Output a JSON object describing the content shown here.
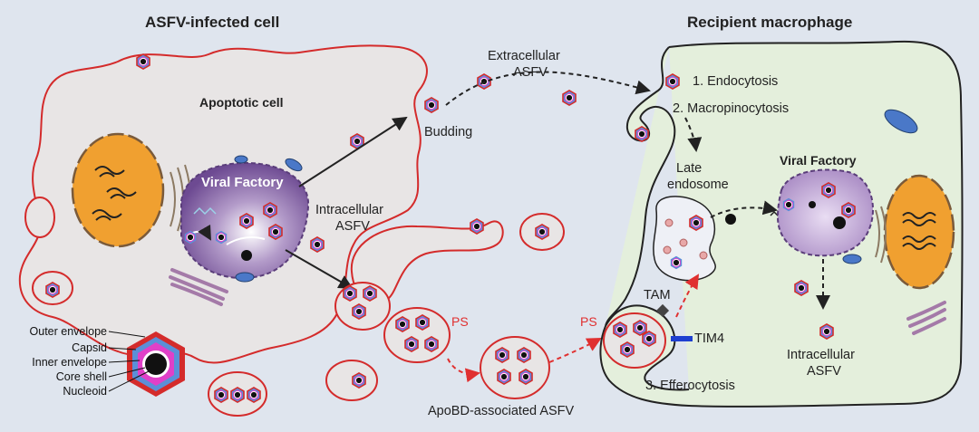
{
  "colors": {
    "background": "#dfe5ee",
    "membrane": "#d42b2b",
    "cytoplasm_infected": "#e8e5e5",
    "cytoplasm_macrophage": "#e4efdc",
    "nucleus": "#f0a030",
    "viral_factory": "#8a6aa8",
    "outer_envelope": "#d42b2b",
    "capsid": "#5b8fd8",
    "inner_envelope": "#e040c8",
    "core_shell": "#ffffff",
    "nucleoid": "#111111",
    "ps_arrow": "#e03030",
    "tim4": "#1e3fd0"
  },
  "titles": {
    "infected": "ASFV-infected cell",
    "macrophage": "Recipient macrophage"
  },
  "labels": {
    "apoptotic_cell": "Apoptotic cell",
    "viral_factory_left": "Viral Factory",
    "viral_factory_right": "Viral Factory",
    "intracellular_left_1": "Intracellular",
    "intracellular_left_2": "ASFV",
    "budding": "Budding",
    "extracellular_1": "Extracellular",
    "extracellular_2": "ASFV",
    "endocytosis": "1. Endocytosis",
    "macropinocytosis": "2. Macropinocytosis",
    "late_endosome_1": "Late",
    "late_endosome_2": "endosome",
    "ps_1": "PS",
    "ps_2": "PS",
    "tam": "TAM",
    "tim4": "TIM4",
    "efferocytosis": "3. Efferocytosis",
    "apobd": "ApoBD-associated ASFV",
    "intracellular_right_1": "Intracellular",
    "intracellular_right_2": "ASFV"
  },
  "legend": {
    "items": [
      "Outer envelope",
      "Capsid",
      "Inner envelope",
      "Core shell",
      "Nucleoid"
    ]
  }
}
